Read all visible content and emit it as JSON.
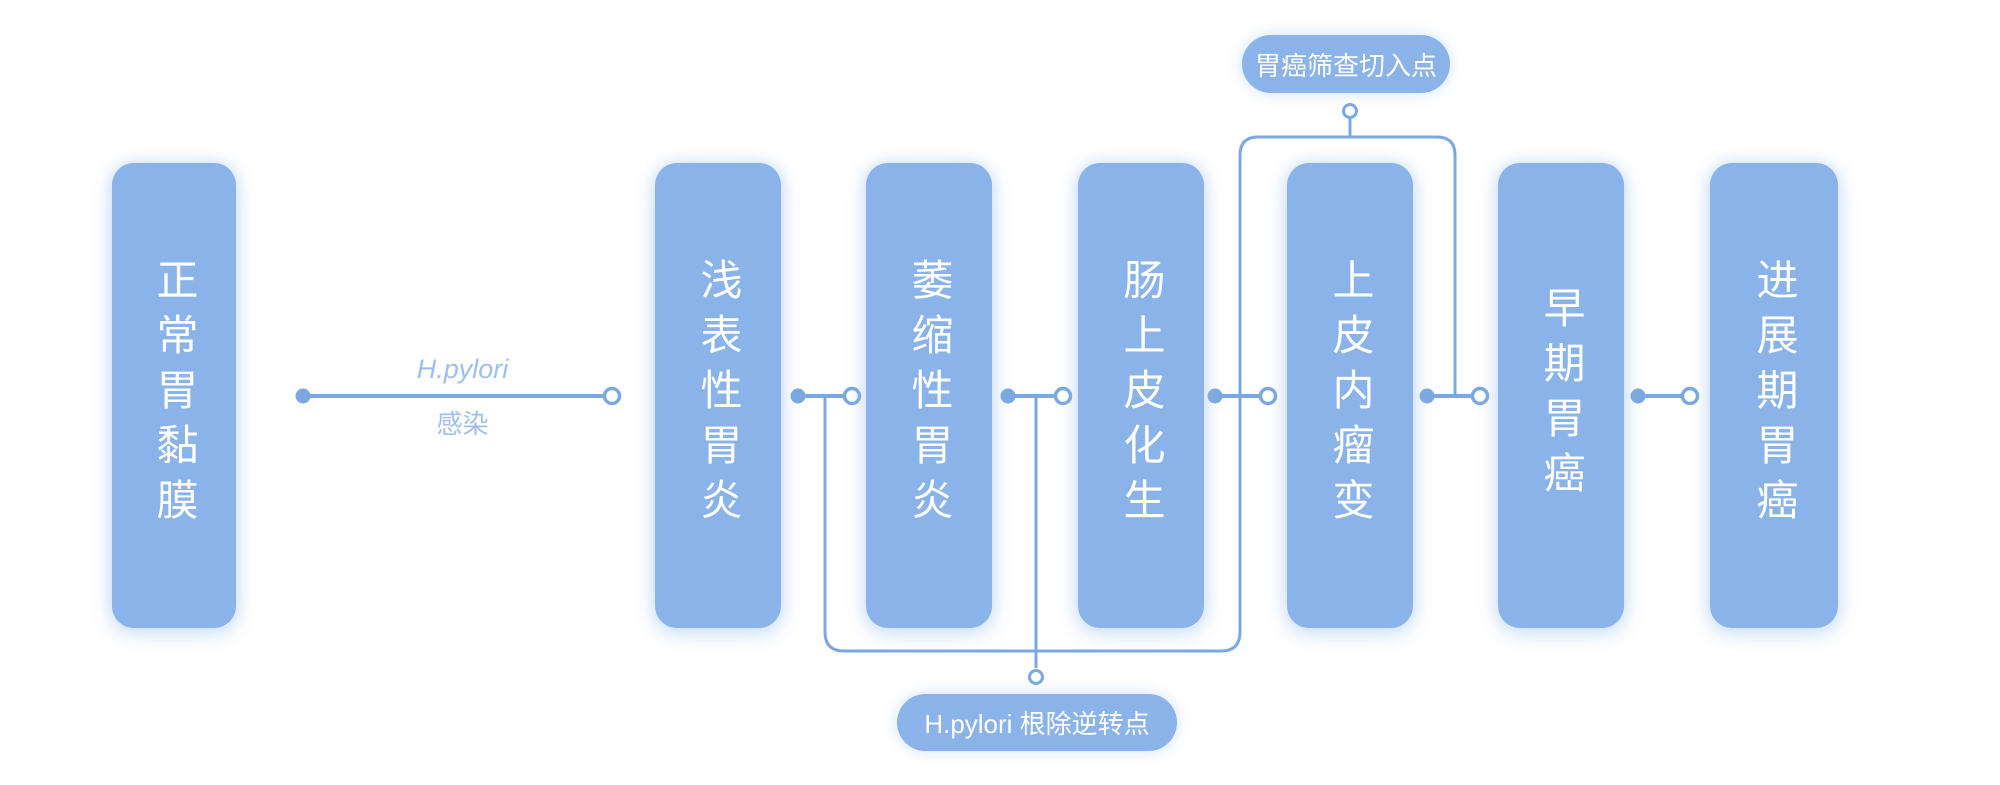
{
  "diagram": {
    "description_topic": "gastric cancer progression cascade",
    "colors": {
      "node_fill": "#8AB3E9",
      "connector_stroke": "#7CA8E1",
      "node_text": "#FFFFFF",
      "edge_label_text": "#9FBFEB",
      "background": "#FFFFFF"
    }
  },
  "stages": [
    {
      "label": "正常胃黏膜"
    },
    {
      "label": "浅表性胃炎"
    },
    {
      "label": "萎缩性胃炎"
    },
    {
      "label": "肠上皮化生"
    },
    {
      "label": "上皮内瘤变"
    },
    {
      "label": "早期胃癌"
    },
    {
      "label": "进展期胃癌"
    }
  ],
  "edge_label": {
    "line1": "H.pylori",
    "line2": "感染"
  },
  "callouts": {
    "top": {
      "label": "胃癌筛查切入点"
    },
    "bottom": {
      "label": "H.pylori 根除逆转点"
    }
  }
}
